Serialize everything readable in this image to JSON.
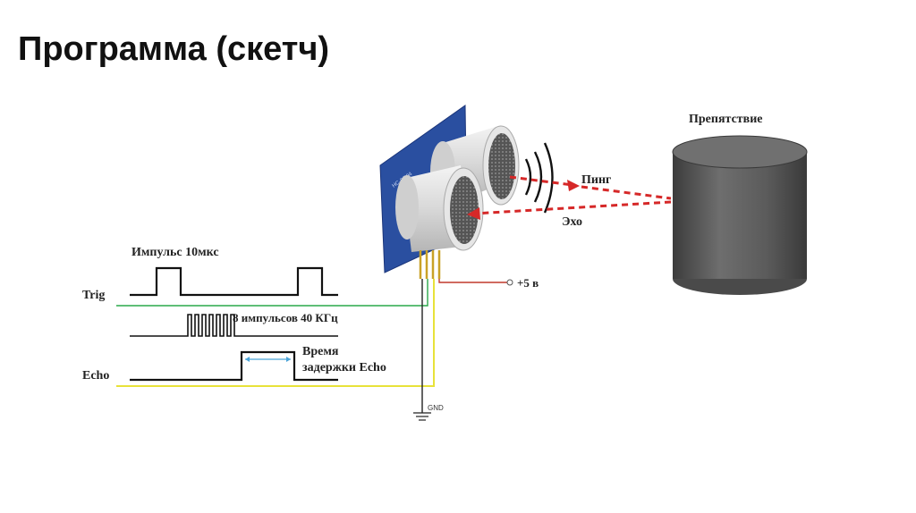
{
  "title": "Программа (скетч)",
  "labels": {
    "impulse": "Импульс 10мкс",
    "trig": "Trig",
    "pulses": "8 импульсов 40 КГц",
    "delay_line1": "Время",
    "delay_line2": "задержки Echo",
    "echo": "Echo",
    "power": "+5 в",
    "gnd": "GND",
    "ping": "Пинг",
    "echo_wave": "Эхо",
    "obstacle": "Препятствие"
  },
  "colors": {
    "trig_wire": "#2aa84a",
    "echo_wire": "#e8e23a",
    "power_wire": "#c0392b",
    "arrow": "#d62828",
    "sensor_board": "#2a4fa0",
    "obstacle": "#5a5a5a"
  }
}
